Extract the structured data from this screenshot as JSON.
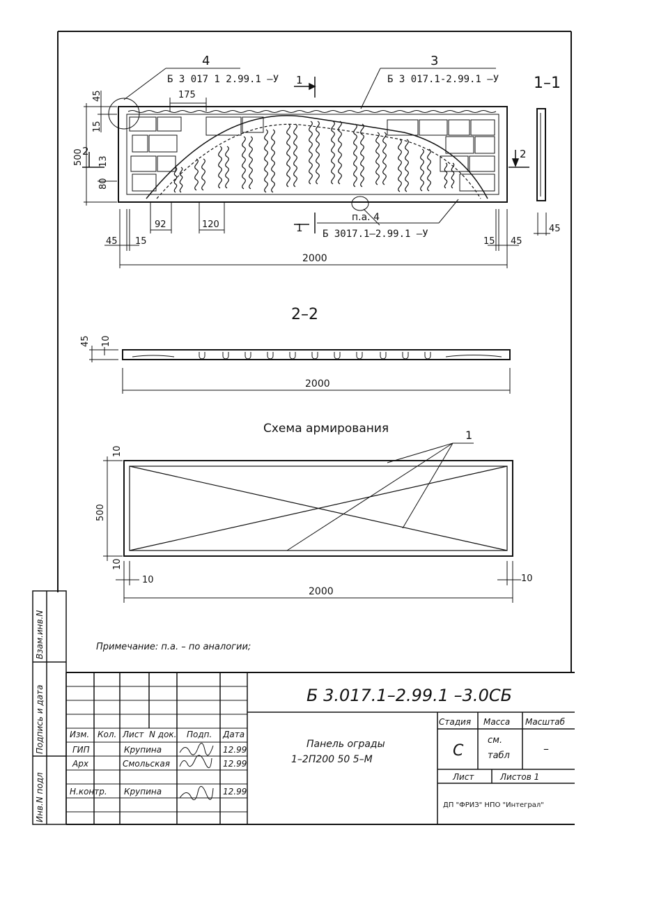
{
  "drawing": {
    "callout_4": {
      "number": "4",
      "ref": "Б 3 017 1 2.99.1 –У"
    },
    "callout_3": {
      "number": "3",
      "ref": "Б 3 017.1-2.99.1 –У"
    },
    "callout_pa4": {
      "number": "п.а. 4",
      "ref": "Б 3017.1–2.99.1 –У"
    },
    "section_1_mark": "1",
    "section_2_mark": "2",
    "section_1_1_title": "1–1",
    "section_2_2_title": "2–2",
    "scheme_title": "Схема армирования",
    "scheme_callout": "1",
    "dims_main": {
      "d45_top": "45",
      "d175": "175",
      "d15_left": "15",
      "d500": "500",
      "d13": "13",
      "d80": "80",
      "d92": "92",
      "d120": "120",
      "d45_bl": "45",
      "d15_bl": "15",
      "d15_br": "15",
      "d45_br": "45",
      "d2000": "2000",
      "d45_side": "45"
    },
    "dims_section": {
      "d45": "45",
      "d10": "10",
      "d2000": "2000"
    },
    "dims_scheme": {
      "d10_top": "10",
      "d500": "500",
      "d10_bot": "10",
      "d10_left": "10",
      "d10_right": "10",
      "d2000": "2000"
    }
  },
  "note": "Примечание: п.а. – по аналогии;",
  "side_stamp": {
    "col1": "Инв.N подл",
    "col2": "Подпись и дата",
    "col3": "Взам.инв.N"
  },
  "title_block": {
    "code": "Б 3.017.1–2.99.1 –3.0СБ",
    "name_line1": "Панель ограды",
    "name_line2": "1–2П200 50 5–М",
    "headers": {
      "izm": "Изм.",
      "kol": "Кол.",
      "list": "Лист",
      "doc": "N док.",
      "podp": "Подп.",
      "date": "Дата"
    },
    "rows": [
      {
        "role": "ГИП",
        "name": "Крупина",
        "date": "12.99"
      },
      {
        "role": "Арх",
        "name": "Смольская",
        "date": "12.99"
      },
      {
        "role": "Н.контр.",
        "name": "Крупина",
        "date": "12.99"
      }
    ],
    "stage_label": "Стадия",
    "mass_label": "Масса",
    "scale_label": "Масштаб",
    "stage_value": "С",
    "mass_value_1": "см.",
    "mass_value_2": "табл",
    "scale_value": "–",
    "sheet_label": "Лист",
    "sheets_label": "Листов 1",
    "org": "ДП \"ФРИЗ\" НПО \"Интеграл\""
  }
}
